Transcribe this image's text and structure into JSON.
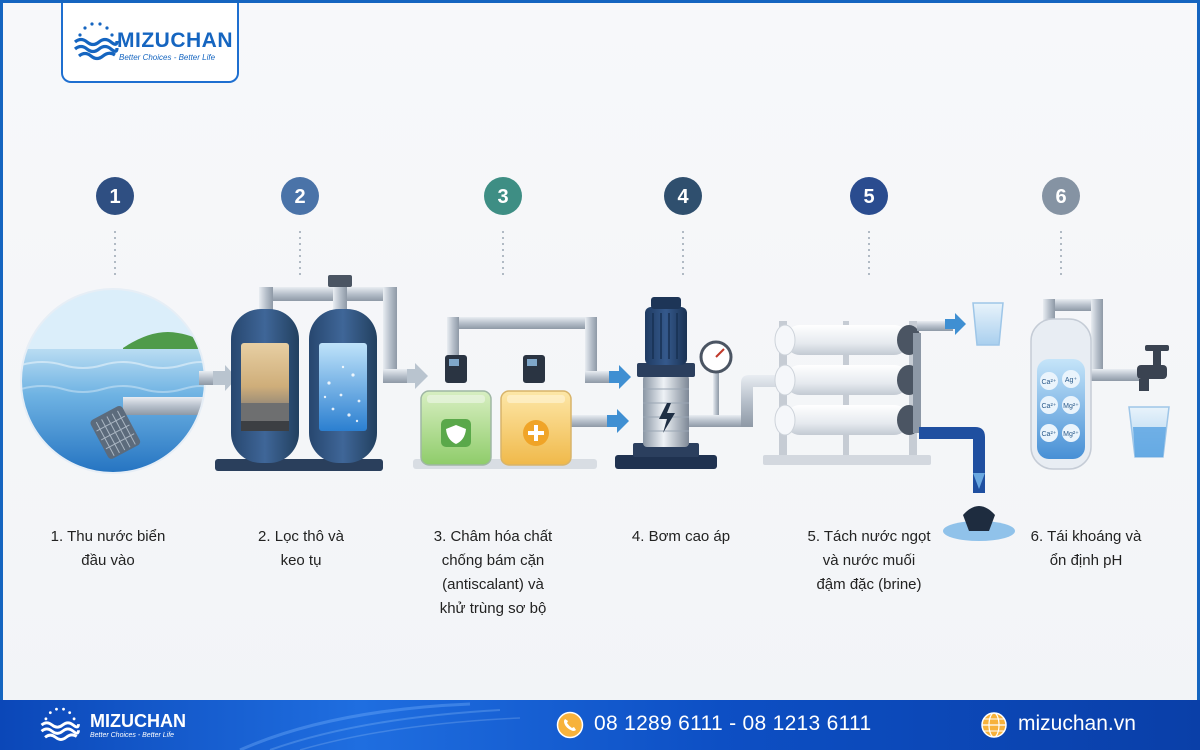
{
  "brand": {
    "name": "MIZUCHAN",
    "tagline": "Better Choices - Better Life"
  },
  "colors": {
    "brand_blue": "#1565c0",
    "step_1": "#2f4f82",
    "step_2": "#4a73a8",
    "step_3": "#3e8e84",
    "step_4": "#2f4f6e",
    "step_5": "#2a4c8f",
    "step_6": "#8593a3",
    "water": "#3f8fd2"
  },
  "steps": [
    {
      "number": "1",
      "line1": "1. Thu nước biển",
      "line2": "đầu vào",
      "line3": "",
      "line4": ""
    },
    {
      "number": "2",
      "line1": "2. Lọc thô và",
      "line2": "keo tụ",
      "line3": "",
      "line4": ""
    },
    {
      "number": "3",
      "line1": "3. Châm hóa chất",
      "line2": "chống bám cặn",
      "line3": "(antiscalant) và",
      "line4": "khử trùng sơ bộ"
    },
    {
      "number": "4",
      "line1": "4. Bơm cao áp",
      "line2": "",
      "line3": "",
      "line4": ""
    },
    {
      "number": "5",
      "line1": "5. Tách nước ngọt",
      "line2": "và nước muối",
      "line3": "đậm đặc (brine)",
      "line4": ""
    },
    {
      "number": "6",
      "line1": "6. Tái khoáng và",
      "line2": "ổn định pH",
      "line3": "",
      "line4": ""
    }
  ],
  "minerals": {
    "a": "Ca²⁺",
    "b": "Ag⁺",
    "c": "Ca²⁺",
    "d": "Mg²⁺",
    "e": "Ca²⁺",
    "f": "Mg²⁺"
  },
  "footer": {
    "phone": "08 1289 6111 - 08 1213 6111",
    "website": "mizuchan.vn"
  },
  "icons": {
    "phone": "phone-icon",
    "globe": "globe-icon",
    "logo": "wave-sun-logo-icon"
  }
}
